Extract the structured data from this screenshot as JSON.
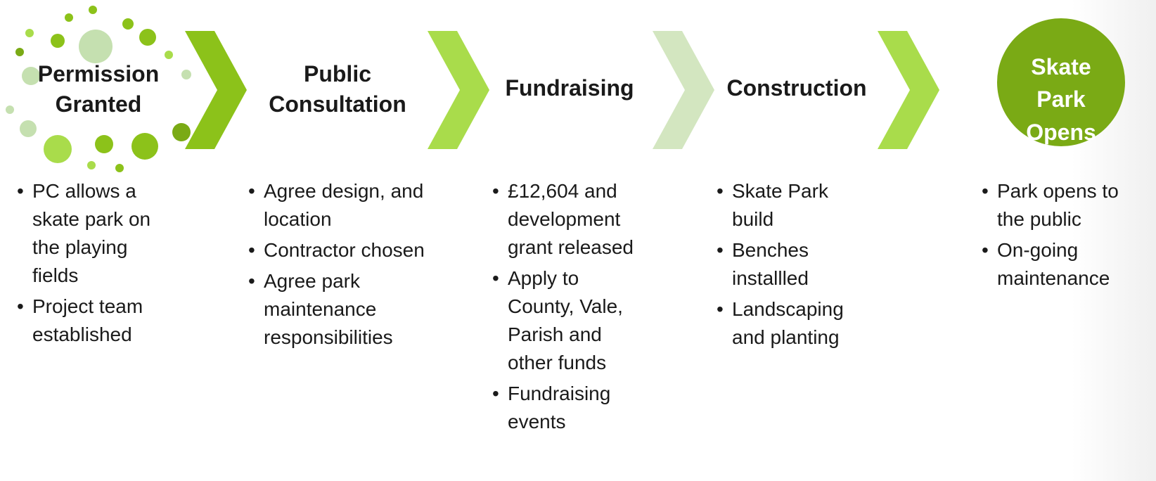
{
  "colors": {
    "dark_green": "#7aaa15",
    "green": "#8cc21a",
    "light_green": "#a9dc4b",
    "pale_green": "#d3e6c0",
    "text": "#1a1a1a"
  },
  "stages": [
    {
      "title": "Permission Granted",
      "title_lines": [
        "Permission",
        "Granted"
      ],
      "bullets": [
        "PC allows a skate park on the playing fields",
        "Project team established"
      ]
    },
    {
      "title": "Public Consultation",
      "title_lines": [
        "Public",
        "Consultation"
      ],
      "bullets": [
        "Agree design, and location",
        "Contractor chosen",
        "Agree park maintenance responsibilities"
      ]
    },
    {
      "title": "Fundraising",
      "title_lines": [
        "Fundraising"
      ],
      "bullets": [
        "£12,604 and development grant released",
        "Apply to County, Vale, Parish and other funds",
        "Fundraising events"
      ]
    },
    {
      "title": "Construction",
      "title_lines": [
        "Construction"
      ],
      "bullets": [
        "Skate Park build",
        "Benches installled",
        "Landscaping and planting"
      ]
    },
    {
      "title": "Skate Park Opens",
      "title_lines": [
        "Skate",
        "Park",
        "Opens"
      ],
      "bullets": [
        "Park opens to the public",
        "On-going maintenance"
      ]
    }
  ]
}
